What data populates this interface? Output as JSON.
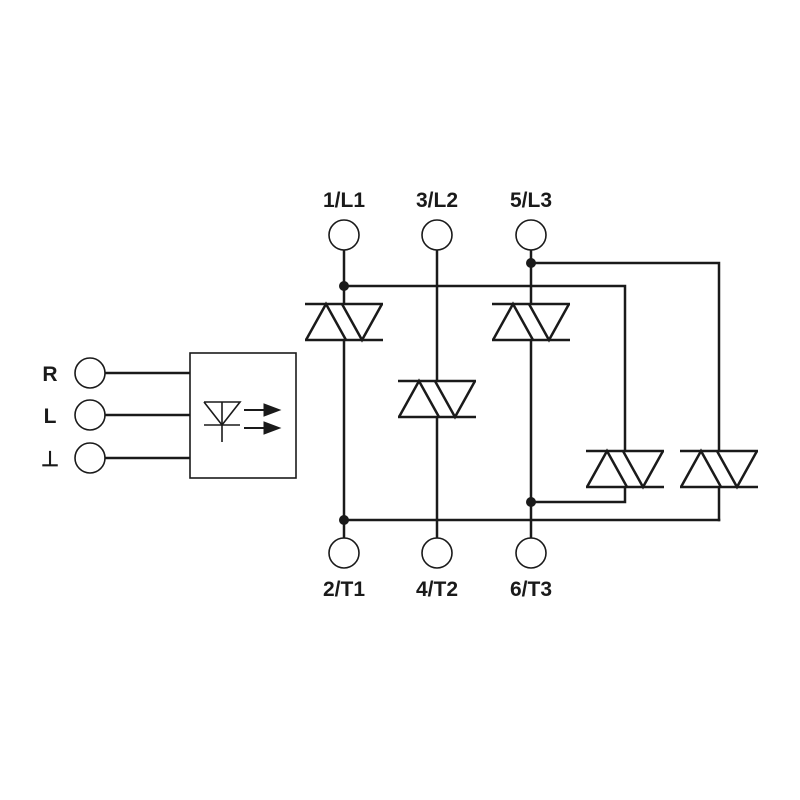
{
  "terminals": {
    "top": [
      "1/L1",
      "3/L2",
      "5/L3"
    ],
    "bottom": [
      "2/T1",
      "4/T2",
      "6/T3"
    ],
    "control": [
      "R",
      "L",
      "⊥"
    ]
  },
  "colors": {
    "line": "#1a1a1a",
    "background": "#ffffff"
  },
  "icons": {
    "triac": "triac-symbol",
    "optocoupler": "led-with-arrows-symbol"
  }
}
